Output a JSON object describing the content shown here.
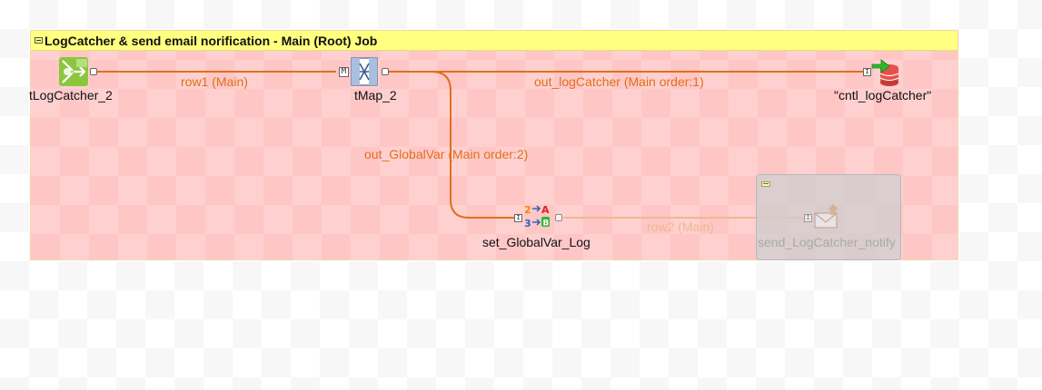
{
  "subjob": {
    "title": "LogCatcher & send email norification - Main (Root) Job"
  },
  "nodes": {
    "log_catcher": {
      "label": "tLogCatcher_2"
    },
    "tmap": {
      "label": "tMap_2"
    },
    "db_output": {
      "label": "\"cntl_logCatcher\""
    },
    "set_global": {
      "label": "set_GlobalVar_Log"
    },
    "send_mail": {
      "label": "send_LogCatcher_notify",
      "deactivated": true
    }
  },
  "links": {
    "row1": {
      "label": "row1 (Main)"
    },
    "out_logcatcher": {
      "label": "out_logCatcher (Main order:1)"
    },
    "out_globalvar": {
      "label": "out_GlobalVar (Main order:2)"
    },
    "row2": {
      "label": "row2 (Main)",
      "deactivated": true
    }
  },
  "colors": {
    "link": "#e0701a",
    "link_deactivated": "#f0b890",
    "subjob_header": "#ffff80",
    "subjob_body": "#ffd0d0"
  }
}
